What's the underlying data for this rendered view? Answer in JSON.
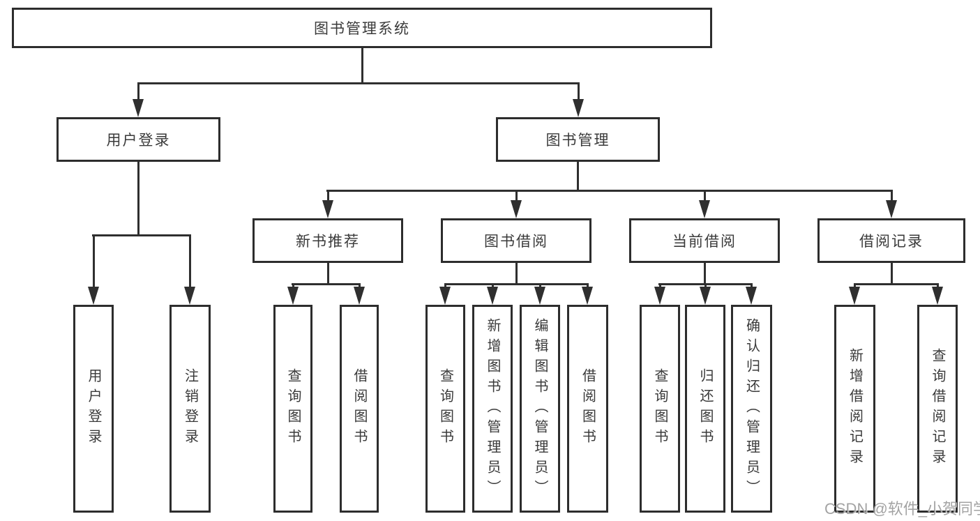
{
  "diagram": {
    "type": "hierarchy",
    "root": "图书管理系统",
    "level2": {
      "user_login": "用户登录",
      "book_management": "图书管理"
    },
    "level3": {
      "new_book_recommendation": "新书推荐",
      "book_borrowing": "图书借阅",
      "current_borrowing": "当前借阅",
      "borrowing_records": "借阅记录"
    },
    "leaves": {
      "user_login": [
        "用户登录",
        "注销登录"
      ],
      "new_book_recommendation": [
        "查询图书",
        "借阅图书"
      ],
      "book_borrowing": [
        "查询图书",
        "新增图书（管理员）",
        "编辑图书（管理员）",
        "借阅图书"
      ],
      "current_borrowing": [
        "查询图书",
        "归还图书",
        "确认归还（管理员）"
      ],
      "borrowing_records": [
        "新增借阅记录",
        "查询借阅记录"
      ]
    },
    "colors": {
      "border": "#2d2d2d",
      "line": "#2f2f2f",
      "text": "#3a3a3a",
      "background": "#ffffff",
      "watermark": "#9b9b9b"
    }
  },
  "watermark": "CSDN @软件_小贺同学"
}
